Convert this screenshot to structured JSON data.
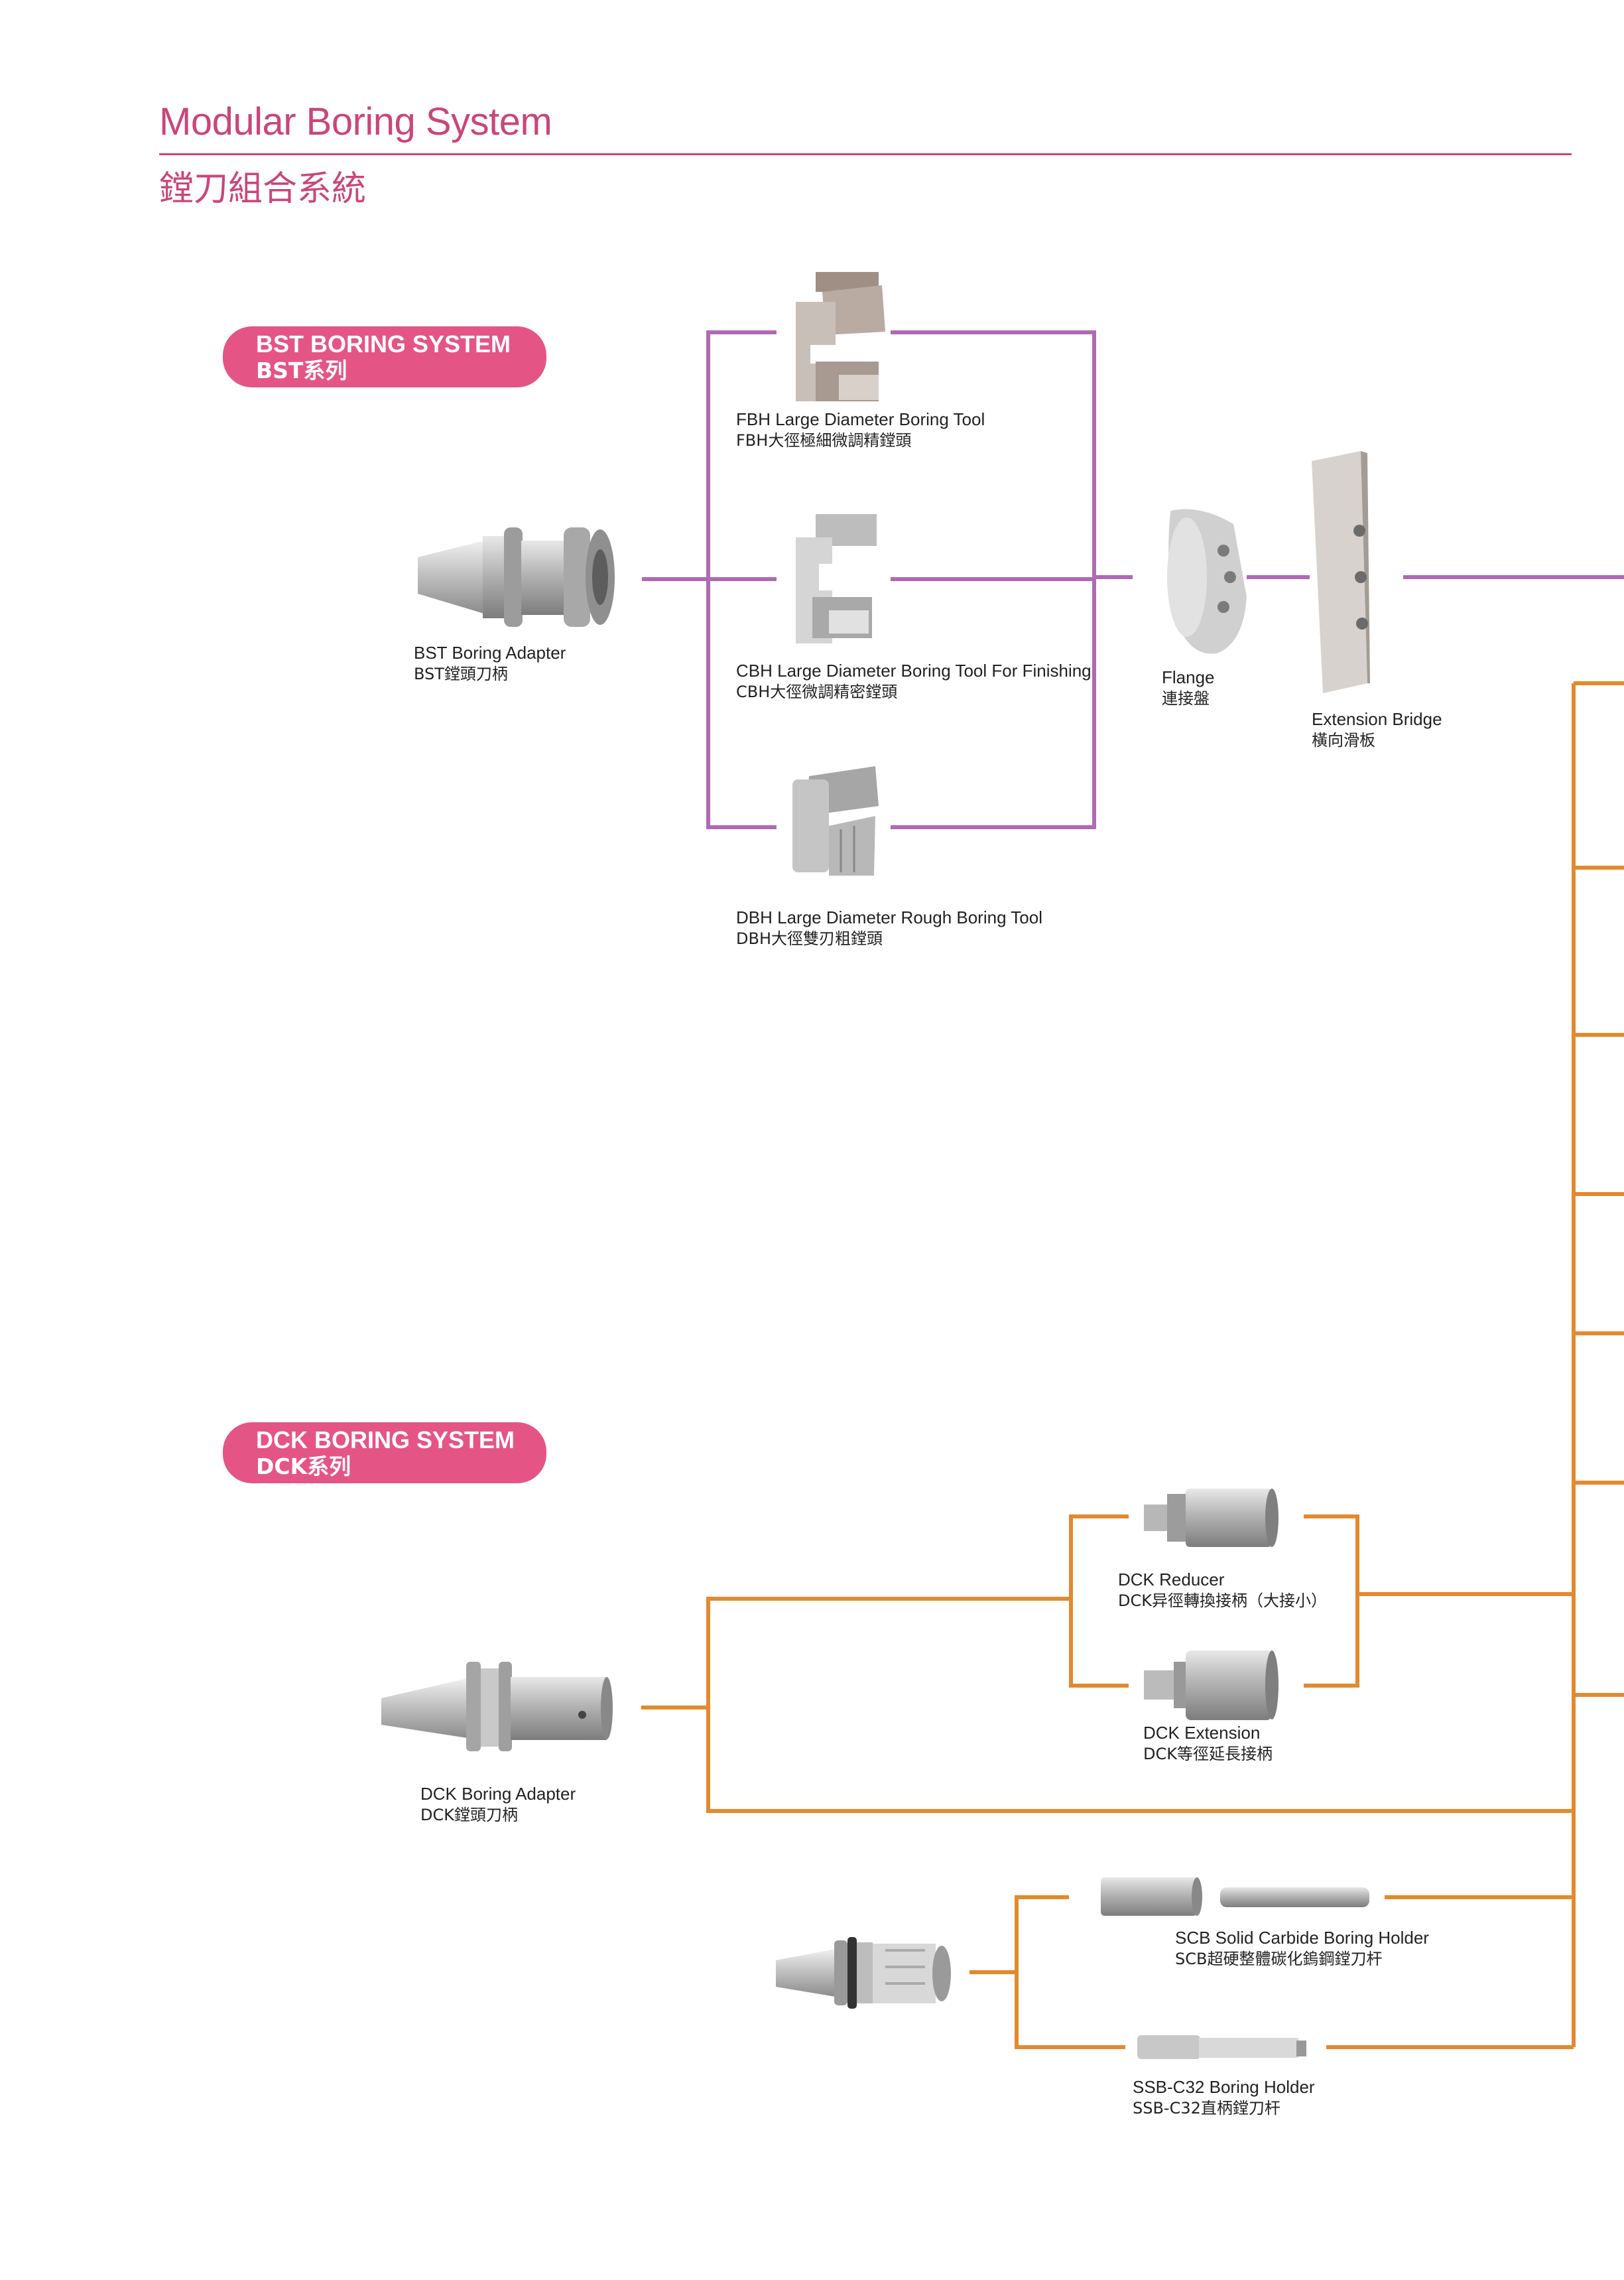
{
  "header": {
    "title_en": "Modular Boring System",
    "title_zh": "鏜刀組合系統"
  },
  "colors": {
    "accent": "#c9467a",
    "pill": "#e45586",
    "bst_line": "#b06ab3",
    "dck_line": "#e28a2e"
  },
  "bst": {
    "badge_en": "BST BORING SYSTEM",
    "badge_zh": "BST系列",
    "adapter": {
      "en": "BST Boring Adapter",
      "zh": "BST鏜頭刀柄"
    },
    "fbh": {
      "en": "FBH Large Diameter Boring Tool",
      "zh": "FBH大徑極細微調精鏜頭"
    },
    "cbh": {
      "en": "CBH Large Diameter Boring Tool For Finishing",
      "zh": "CBH大徑微調精密鏜頭"
    },
    "dbh": {
      "en": "DBH Large Diameter Rough Boring Tool",
      "zh": "DBH大徑雙刃粗鏜頭"
    },
    "flange": {
      "en": "Flange",
      "zh": "連接盤"
    },
    "bridge": {
      "en": "Extension Bridge",
      "zh": "橫向滑板"
    }
  },
  "dck": {
    "badge_en": "DCK BORING SYSTEM",
    "badge_zh": "DCK系列",
    "adapter": {
      "en": "DCK Boring Adapter",
      "zh": "DCK鏜頭刀柄"
    },
    "reducer": {
      "en": "DCK Reducer",
      "zh": "DCK异徑轉換接柄（大接小）"
    },
    "extension": {
      "en": "DCK Extension",
      "zh": "DCK等徑延長接柄"
    },
    "scb": {
      "en": "SCB Solid Carbide Boring Holder",
      "zh": "SCB超硬整體碳化鎢鋼鏜刀杆"
    },
    "ssb": {
      "en": "SSB-C32 Boring Holder",
      "zh": "SSB-C32直柄鏜刀杆"
    }
  },
  "icons": [
    "bst-adapter-icon",
    "fbh-tool-icon",
    "cbh-tool-icon",
    "dbh-tool-icon",
    "flange-icon",
    "extension-bridge-icon",
    "dck-adapter-icon",
    "dck-reducer-icon",
    "dck-extension-icon",
    "collet-chuck-icon",
    "scb-holder-icon",
    "ssb-holder-icon"
  ]
}
